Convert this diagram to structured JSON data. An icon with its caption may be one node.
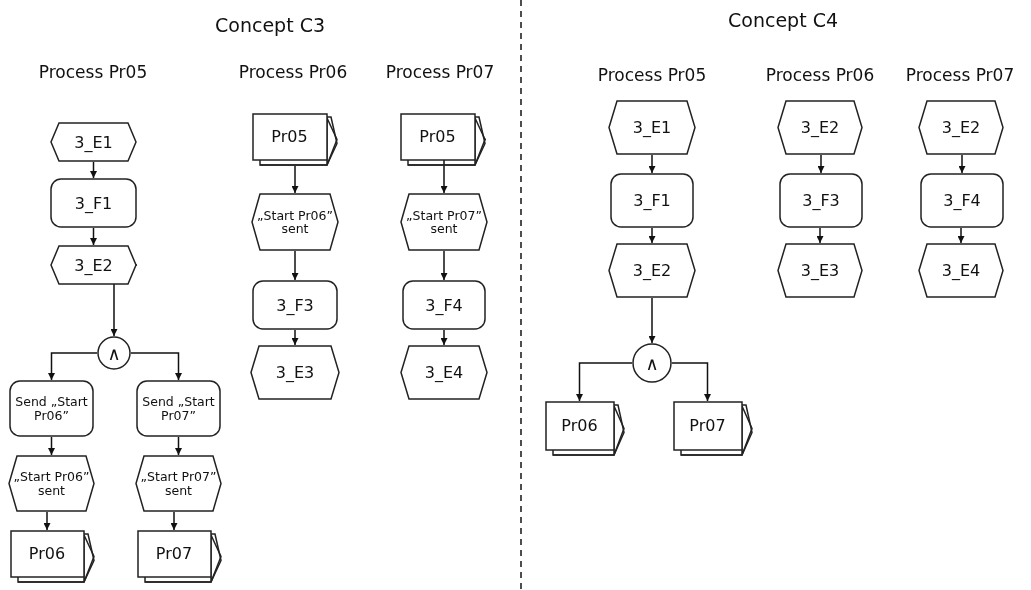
{
  "diagram": {
    "nodes": [
      {
        "text": [
          "3_E1"
        ]
      },
      {
        "text": [
          "3_F1"
        ]
      },
      {
        "text": [
          "3_E2"
        ]
      },
      {
        "text": [
          "∧"
        ]
      },
      {
        "text": [
          "Send „Start Pr06”"
        ]
      },
      {
        "text": [
          "Send „Start Pr07”"
        ]
      },
      {
        "text": [
          "„Start Pr06” sent"
        ]
      },
      {
        "text": [
          "„Start Pr07” sent"
        ]
      },
      {
        "text": [
          "Pr06"
        ]
      },
      {
        "text": [
          "Pr07"
        ]
      },
      {
        "text": [
          "Pr05"
        ]
      },
      {
        "text": [
          "„Start Pr06” sent"
        ]
      },
      {
        "text": [
          "3_F3"
        ]
      },
      {
        "text": [
          "3_E3"
        ]
      },
      {
        "text": [
          "Pr05"
        ]
      },
      {
        "text": [
          "„Start Pr07” sent"
        ]
      },
      {
        "text": [
          "3_F4"
        ]
      },
      {
        "text": [
          "3_E4"
        ]
      },
      {
        "text": [
          "3_E1"
        ]
      },
      {
        "text": [
          "3_F1"
        ]
      },
      {
        "text": [
          "3_E2"
        ]
      },
      {
        "text": [
          "∧"
        ]
      },
      {
        "text": [
          "Pr06"
        ]
      },
      {
        "text": [
          "Pr07"
        ]
      },
      {
        "text": [
          "3_E2"
        ]
      },
      {
        "text": [
          "3_F3"
        ]
      },
      {
        "text": [
          "3_E3"
        ]
      },
      {
        "text": [
          "3_E2"
        ]
      },
      {
        "text": [
          "3_F4"
        ]
      },
      {
        "text": [
          "3_E4"
        ]
      }
    ],
    "edges": [
      {
        "from": 0,
        "to": 1,
        "arrow": "to"
      },
      {
        "from": 1,
        "to": 2,
        "arrow": "to"
      },
      {
        "from": 2,
        "to": 3,
        "arrow": "to"
      },
      {
        "from": 3,
        "to": 4,
        "arrow": "to"
      },
      {
        "from": 3,
        "to": 5,
        "arrow": "to"
      },
      {
        "from": 4,
        "to": 6,
        "arrow": "to"
      },
      {
        "from": 5,
        "to": 7,
        "arrow": "to"
      },
      {
        "from": 6,
        "to": 8,
        "arrow": "to"
      },
      {
        "from": 7,
        "to": 9,
        "arrow": "to"
      },
      {
        "from": 10,
        "to": 11,
        "arrow": "to"
      },
      {
        "from": 11,
        "to": 12,
        "arrow": "to"
      },
      {
        "from": 12,
        "to": 13,
        "arrow": "to"
      },
      {
        "from": 14,
        "to": 15,
        "arrow": "to"
      },
      {
        "from": 15,
        "to": 16,
        "arrow": "to"
      },
      {
        "from": 16,
        "to": 17,
        "arrow": "to"
      },
      {
        "from": 18,
        "to": 19,
        "arrow": "to"
      },
      {
        "from": 19,
        "to": 20,
        "arrow": "to"
      },
      {
        "from": 20,
        "to": 21,
        "arrow": "to"
      },
      {
        "from": 21,
        "to": 22,
        "arrow": "to"
      },
      {
        "from": 21,
        "to": 23,
        "arrow": "to"
      },
      {
        "from": 24,
        "to": 25,
        "arrow": "to"
      },
      {
        "from": 25,
        "to": 26,
        "arrow": "to"
      },
      {
        "from": 27,
        "to": 28,
        "arrow": "to"
      },
      {
        "from": 28,
        "to": 29,
        "arrow": "to"
      }
    ],
    "labels": [
      "Concept C3",
      "Concept C4",
      "Process Pr05",
      "Process Pr06",
      "Process Pr07",
      "Process Pr05",
      "Process Pr06",
      "Process Pr07"
    ]
  }
}
